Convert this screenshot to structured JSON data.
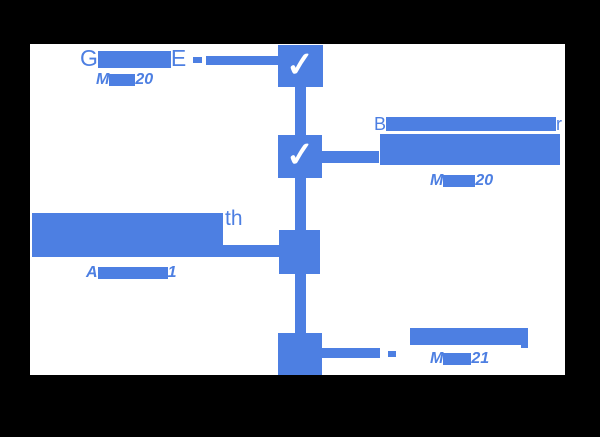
{
  "colors": {
    "accent": "#4D7FE2",
    "canvas_background": "#FFFFFF",
    "page_background": "#000000",
    "checkmark": "#FFFFFF"
  },
  "diagram": {
    "type": "vertical-milestone-timeline",
    "nodes": [
      {
        "status": "checked",
        "check_glyph": "✓",
        "title": {
          "prefix": "G",
          "suffix": "E",
          "redacted_middle": true
        },
        "title_trailing_dash": "-",
        "date": {
          "prefix": "M",
          "suffix": "20",
          "redacted_middle": true
        }
      },
      {
        "status": "checked",
        "check_glyph": "✓",
        "title": {
          "prefix": "B",
          "suffix": "r",
          "redacted_middle": true
        },
        "title_second_line_fully_redacted": true,
        "date": {
          "prefix": "M",
          "suffix": "20",
          "redacted_middle": true
        }
      },
      {
        "status": "unchecked",
        "title": {
          "prefix": "",
          "suffix": "th",
          "redacted_middle": true
        },
        "date": {
          "prefix": "A",
          "suffix": "1",
          "redacted_middle": true
        }
      },
      {
        "status": "unchecked",
        "title": {
          "prefix": "",
          "suffix": "",
          "fully_redacted": true
        },
        "date": {
          "prefix": "M",
          "suffix": "21",
          "redacted_middle": true
        }
      }
    ]
  }
}
